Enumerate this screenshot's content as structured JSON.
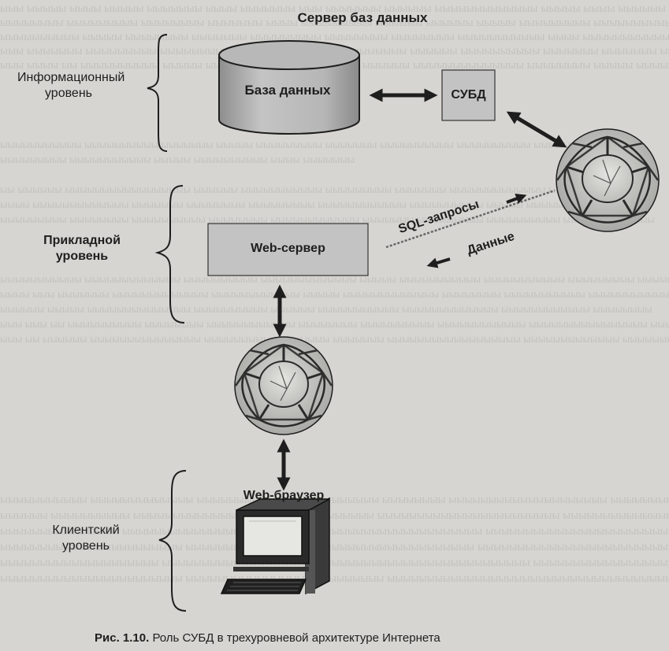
{
  "figure": {
    "server_title": "Сервер баз данных",
    "levels": {
      "information": "Информационный уровень",
      "application": "Прикладной уровень",
      "client": "Клиентский уровень"
    },
    "nodes": {
      "database": "База данных",
      "dbms": "СУБД",
      "web_server": "Web-сервер",
      "browser": "Web-браузер"
    },
    "flows": {
      "sql_queries": "SQL-запросы",
      "data": "Данные"
    },
    "caption_num": "Рис. 1.10.",
    "caption_text": "Роль СУБД в трехуровневой архитектуре Интернета"
  }
}
